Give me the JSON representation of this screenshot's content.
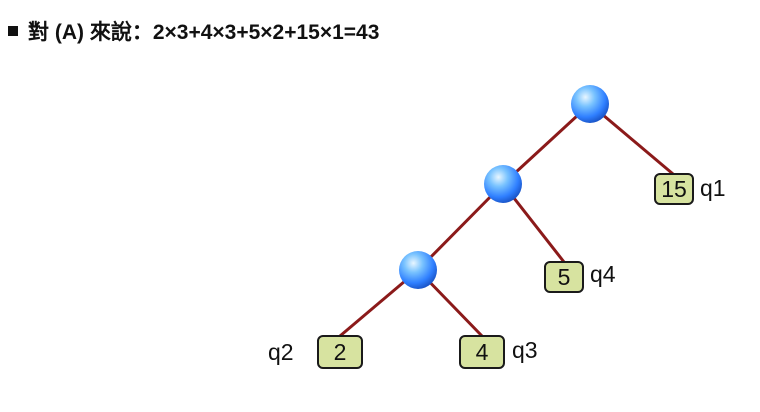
{
  "header": {
    "text": "對 (A) 來說：2×3+4×3+5×2+15×1=43"
  },
  "tree": {
    "colors": {
      "node": "#2f7fff",
      "edge": "#8b1a1a",
      "leaf_fill": "#d7e3a0"
    },
    "leaves": [
      {
        "value": "15",
        "label": "q1"
      },
      {
        "value": "5",
        "label": "q4"
      },
      {
        "value": "2",
        "label": "q2"
      },
      {
        "value": "4",
        "label": "q3"
      }
    ]
  }
}
